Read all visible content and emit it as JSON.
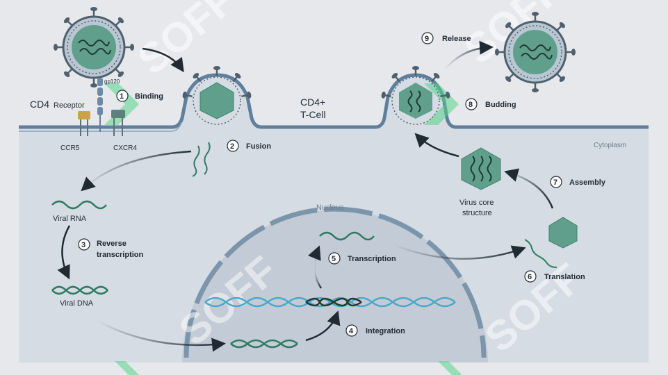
{
  "cell": {
    "cell_label_line1": "CD4+",
    "cell_label_line2": "T-Cell",
    "cytoplasm_label": "Cytoplasm",
    "nucleus_label": "Nucleus"
  },
  "receptors": {
    "cd4": "CD4",
    "receptor": "Receptor",
    "gp120": "gp120",
    "ccr5": "CCR5",
    "cxcr4": "CXCR4"
  },
  "molecules": {
    "viral_rna": "Viral RNA",
    "viral_dna": "Viral DNA",
    "virus_core_line1": "Virus core",
    "virus_core_line2": "structure"
  },
  "steps": [
    {
      "num": "1",
      "label": "Binding"
    },
    {
      "num": "2",
      "label": "Fusion"
    },
    {
      "num": "3",
      "label": "Reverse",
      "label2": "transcription"
    },
    {
      "num": "4",
      "label": "Integration"
    },
    {
      "num": "5",
      "label": "Transcription"
    },
    {
      "num": "6",
      "label": "Translation"
    },
    {
      "num": "7",
      "label": "Assembly"
    },
    {
      "num": "8",
      "label": "Budding"
    },
    {
      "num": "9",
      "label": "Release"
    }
  ],
  "watermark": "SOFF",
  "colors": {
    "background": "#e6e8ec",
    "cytoplasm": "#d5dce3",
    "nucleus": "#c3ccd6",
    "membrane": "#5f7f9c",
    "virus_core": "#5f9f8c",
    "rna_green": "#2f7a60",
    "dna_blue": "#4aa9c8",
    "watermark_green": "#55d48a"
  }
}
